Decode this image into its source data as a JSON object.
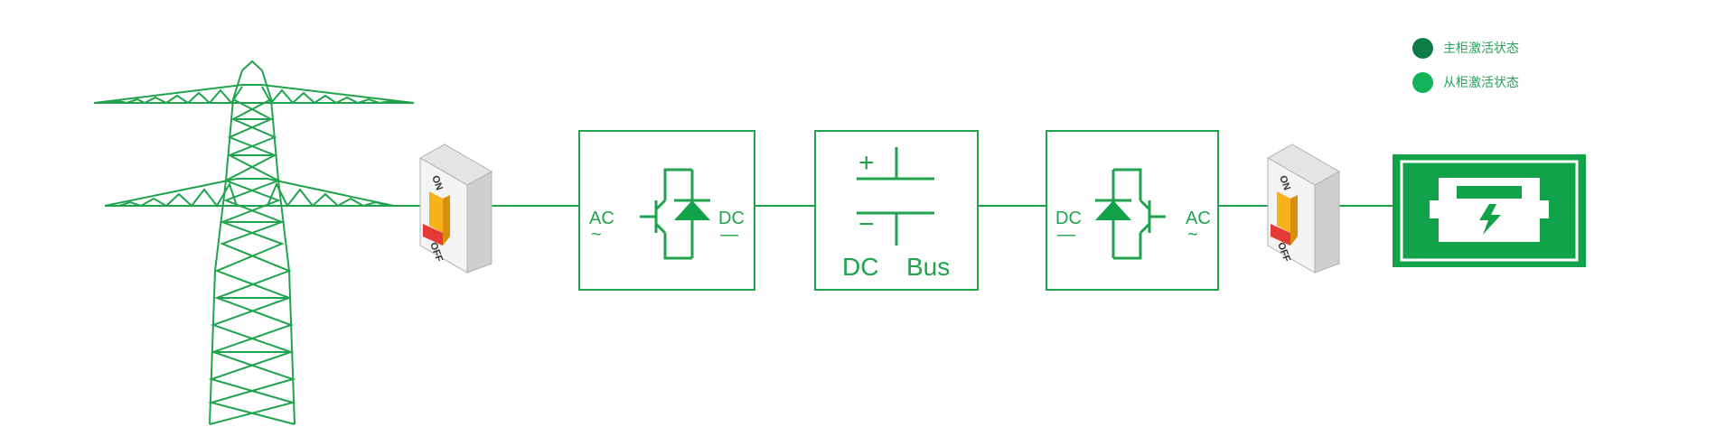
{
  "colors": {
    "line": "#1fa34c",
    "fill": "#12a34a",
    "legend_main": "#0e7c48",
    "legend_sub": "#13b35c",
    "switch_body": "#f2f2f2",
    "switch_edge": "#b0b0b0",
    "switch_handle": "#f7b21a",
    "switch_red": "#e53935"
  },
  "legend": [
    {
      "label": "主柜激活状态",
      "color": "#0e7c48"
    },
    {
      "label": "从柜激活状态",
      "color": "#13b35c"
    }
  ],
  "switch_labels": {
    "on": "ON",
    "off": "OFF"
  },
  "rectifier": {
    "left_label": "AC",
    "right_label": "DC",
    "left_symbol": "~",
    "right_symbol": "—"
  },
  "dc_bus": {
    "plus": "+",
    "minus": "−",
    "label_dc": "DC",
    "label_bus": "Bus"
  },
  "inverter": {
    "left_label": "DC",
    "right_label": "AC",
    "left_symbol": "—",
    "right_symbol": "~"
  },
  "icons": [
    "transmission-tower-icon",
    "breaker-switch-icon",
    "igbt-icon",
    "diode-icon",
    "capacitor-icon",
    "battery-load-icon"
  ]
}
